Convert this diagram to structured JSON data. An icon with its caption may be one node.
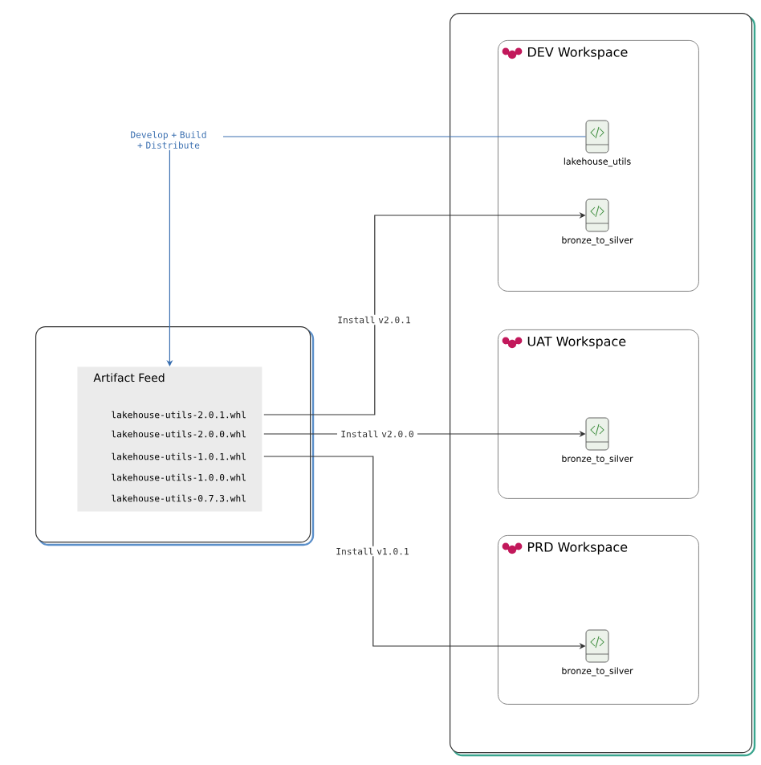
{
  "diagram": {
    "nodes": [
      {
        "text": [],
        "shape": "box"
      },
      {
        "text": [
          "Artifact Feed"
        ],
        "in": 0
      },
      {
        "text": [
          "lakehouse-utils-2.0.1.whl"
        ],
        "in": 1
      },
      {
        "text": [
          "lakehouse-utils-2.0.0.whl"
        ],
        "in": 1
      },
      {
        "text": [
          "lakehouse-utils-1.0.1.whl"
        ],
        "in": 1
      },
      {
        "text": [
          "lakehouse-utils-1.0.0.whl"
        ],
        "in": 1
      },
      {
        "text": [
          "lakehouse-utils-0.7.3.whl"
        ],
        "in": 1
      },
      {
        "text": [],
        "shape": "box"
      },
      {
        "text": [
          "DEV Workspace"
        ],
        "in": 7
      },
      {
        "text": [
          "lakehouse_utils"
        ],
        "in": 8
      },
      {
        "text": [
          "bronze_to_silver"
        ],
        "in": 8
      },
      {
        "text": [
          "UAT Workspace"
        ],
        "in": 7
      },
      {
        "text": [
          "bronze_to_silver"
        ],
        "in": 11
      },
      {
        "text": [
          "PRD Workspace"
        ],
        "in": 7
      },
      {
        "text": [
          "bronze_to_silver"
        ],
        "in": 13
      }
    ],
    "edges": [
      {
        "from": 9,
        "to": 1,
        "arrow": "to",
        "label": "Develop + Build + Distribute",
        "color": "#3a6fb0"
      },
      {
        "from": 2,
        "to": 10,
        "arrow": "to",
        "label": "Install v2.0.1"
      },
      {
        "from": 3,
        "to": 12,
        "arrow": "to",
        "label": "Install v2.0.0"
      },
      {
        "from": 4,
        "to": 14,
        "arrow": "to",
        "label": "Install v1.0.1"
      }
    ]
  }
}
